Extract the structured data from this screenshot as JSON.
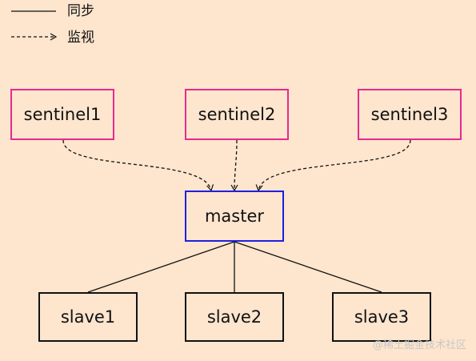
{
  "legend": {
    "solid_label": "同步",
    "dashed_label": "监视"
  },
  "nodes": {
    "sentinels": [
      "sentinel1",
      "sentinel2",
      "sentinel3"
    ],
    "master": "master",
    "slaves": [
      "slave1",
      "slave2",
      "slave3"
    ]
  },
  "watermark": "@稀土掘金技术社区",
  "colors": {
    "background": "#fde5ce",
    "sentinel_border": "#e8298f",
    "master_border": "#1f1fe0",
    "slave_border": "#111111"
  }
}
